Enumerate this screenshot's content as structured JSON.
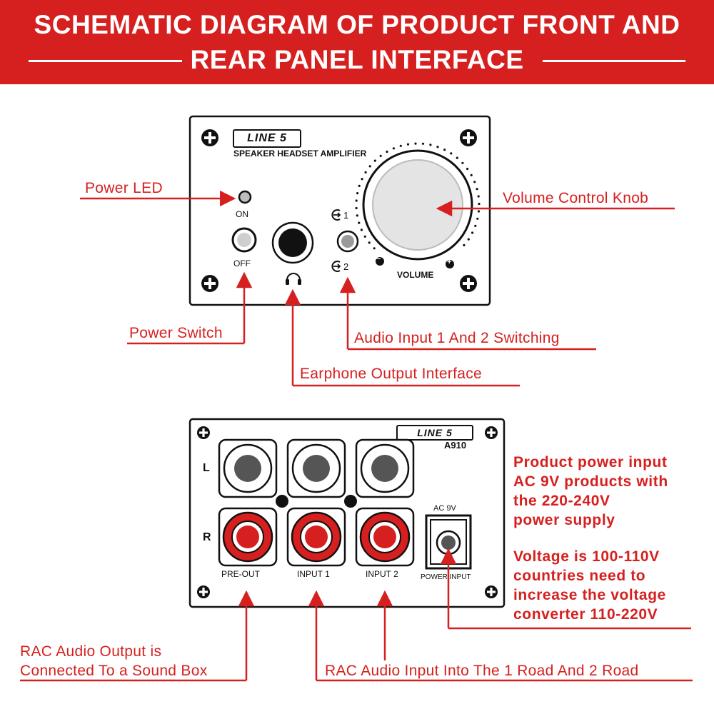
{
  "header": {
    "line1": "SCHEMATIC DIAGRAM OF PRODUCT FRONT AND",
    "line2": "REAR PANEL INTERFACE"
  },
  "front_panel": {
    "brand": "LINE 5",
    "product_name": "SPEAKER HEADSET AMPLIFIER",
    "on_label": "ON",
    "off_label": "OFF",
    "input1_label": "1",
    "input2_label": "2",
    "minus_label": "−",
    "plus_label": "+",
    "volume_label": "VOLUME"
  },
  "rear_panel": {
    "brand": "LINE 5",
    "model": "A910",
    "left_label": "L",
    "right_label": "R",
    "pre_out_label": "PRE-OUT",
    "input1_label": "INPUT 1",
    "input2_label": "INPUT 2",
    "ac_label": "AC  9V",
    "power_input_label": "POWER INPUT"
  },
  "callouts": {
    "power_led": "Power LED",
    "volume_knob": "Volume Control Knob",
    "power_switch": "Power Switch",
    "audio_switching": "Audio Input 1 And 2 Switching",
    "earphone_output": "Earphone Output Interface",
    "rca_output_line1": "RAC Audio Output is",
    "rca_output_line2": "Connected To a Sound Box",
    "rca_input": "RAC Audio Input Into The 1 Road And 2 Road"
  },
  "notes": {
    "power_line1": "Product  power input",
    "power_line2": "AC 9V products with",
    "power_line3": "the 220-240V",
    "power_line4": "power supply",
    "voltage_line1": "Voltage is 100-110V",
    "voltage_line2": "countries need  to",
    "voltage_line3": "increase  the  voltage",
    "voltage_line4": "converter 110-220V"
  },
  "colors": {
    "accent": "#d6201f",
    "ink": "#111111",
    "knob": "#e6e6e6",
    "rca_gray": "#555555"
  }
}
